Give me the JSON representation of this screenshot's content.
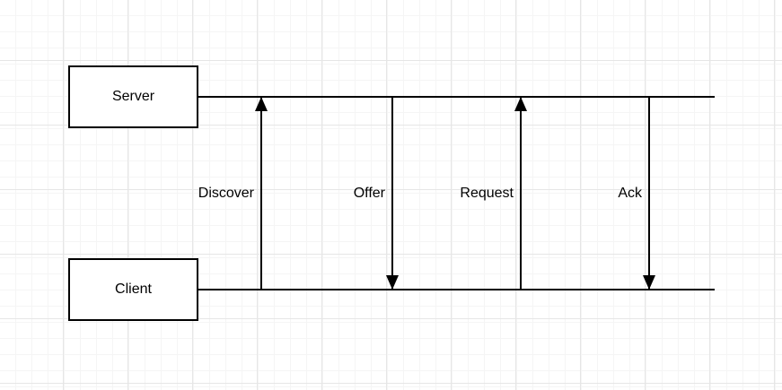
{
  "diagram": {
    "type": "sequence",
    "actors": [
      {
        "id": "server",
        "label": "Server"
      },
      {
        "id": "client",
        "label": "Client"
      }
    ],
    "messages": [
      {
        "label": "Discover",
        "from": "client",
        "to": "server",
        "direction": "up"
      },
      {
        "label": "Offer",
        "from": "server",
        "to": "client",
        "direction": "down"
      },
      {
        "label": "Request",
        "from": "client",
        "to": "server",
        "direction": "up"
      },
      {
        "label": "Ack",
        "from": "server",
        "to": "client",
        "direction": "down"
      }
    ],
    "colors": {
      "stroke": "#000000",
      "shape_fill": "#ffffff",
      "canvas_background": "#ffffff",
      "grid_minor": "#f5f5f5",
      "grid_major": "#e6e6e6"
    }
  }
}
